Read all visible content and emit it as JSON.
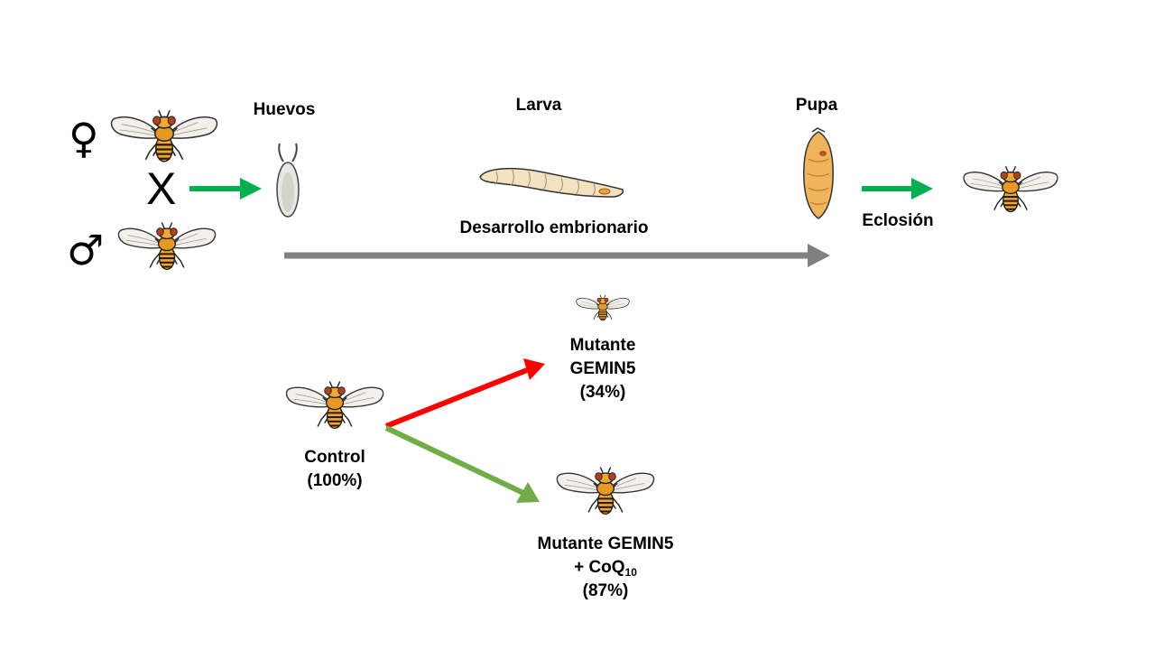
{
  "symbols": {
    "female": "♀",
    "male": "♂",
    "cross": "X"
  },
  "stages": {
    "eggs": "Huevos",
    "larva": "Larva",
    "pupa": "Pupa",
    "development": "Desarrollo embrionario",
    "eclosion": "Eclosión"
  },
  "outcomes": {
    "control_name": "Control",
    "control_pct": "(100%)",
    "mutant_line1": "Mutante",
    "mutant_line2": "GEMIN5",
    "mutant_pct": "(34%)",
    "treated_line1": "Mutante GEMIN5",
    "treated_line2_prefix": "+ CoQ",
    "treated_line2_sub": "10",
    "treated_pct": "(87%)"
  },
  "icons": [
    "fly-icon",
    "egg-icon",
    "larva-icon",
    "pupa-icon"
  ],
  "colors": {
    "green_arrow": "#00b050",
    "gray_arrow": "#808080",
    "red_arrow": "#ff0000",
    "olive_arrow": "#70ad47",
    "fly_body": "#f0a830",
    "fly_stripe": "#2a1a08",
    "wing": "#f3f0ea"
  }
}
